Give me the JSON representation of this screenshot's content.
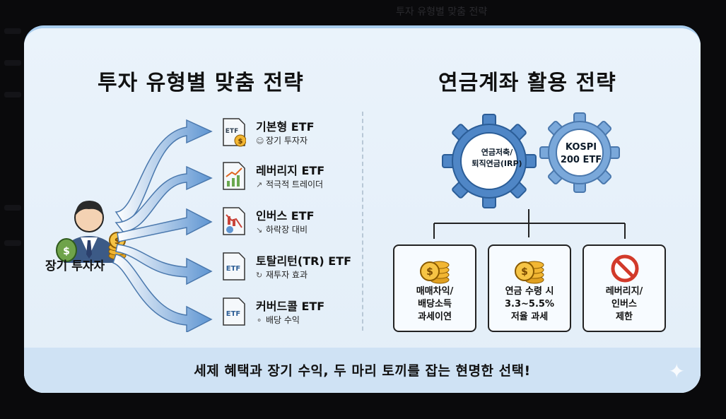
{
  "left_section": {
    "title": "투자 유형별 맞춤 전략",
    "investor_label": "장기 투자자",
    "etfs": [
      {
        "title": "기본형 ETF",
        "sub": "장기 투자자",
        "sub_icon": "person-icon",
        "icon": "etf-dollar-icon"
      },
      {
        "title": "레버리지 ETF",
        "sub": "적극적 트레이더",
        "sub_icon": "trend-up-icon",
        "icon": "chart-up-icon"
      },
      {
        "title": "인버스 ETF",
        "sub": "하락장 대비",
        "sub_icon": "trend-down-icon",
        "icon": "chart-down-icon"
      },
      {
        "title": "토탈리턴(TR) ETF",
        "sub": "재투자 효과",
        "sub_icon": "reinvest-icon",
        "icon": "etf-icon"
      },
      {
        "title": "커버드콜 ETF",
        "sub": "배당 수익",
        "sub_icon": "dividend-icon",
        "icon": "etf-icon"
      }
    ],
    "etf_icon_text": "ETF"
  },
  "right_section": {
    "title": "연금계좌 활용 전략",
    "gear_left": {
      "line1": "연금저축/",
      "line2": "퇴직연금(IRP)"
    },
    "gear_right": {
      "line1": "KOSPI",
      "line2": "200 ETF"
    },
    "boxes": [
      {
        "lines": [
          "매매차익/",
          "배당소득",
          "과세이연"
        ],
        "icon": "coin-stack-icon"
      },
      {
        "lines": [
          "연금 수령 시",
          "3.3~5.5%",
          "저율 과세"
        ],
        "icon": "coin-stack-icon"
      },
      {
        "lines": [
          "레버리지/",
          "인버스",
          "제한"
        ],
        "icon": "prohibited-icon"
      }
    ]
  },
  "banner": {
    "text": "세제 혜택과 장기 수익, 두 마리 토끼를 잡는 현명한 선택!"
  },
  "background": {
    "title": "투자 유형별 맞춤 전략"
  },
  "colors": {
    "card_bg": "#e6f1fa",
    "gear_blue": "#4f86c6",
    "gear_light": "#7aa8da",
    "arrow_blue": "#6c9fd6",
    "banner": "#cfe2f4",
    "coin_gold": "#f2b632",
    "prohibited_red": "#d23a2a"
  }
}
